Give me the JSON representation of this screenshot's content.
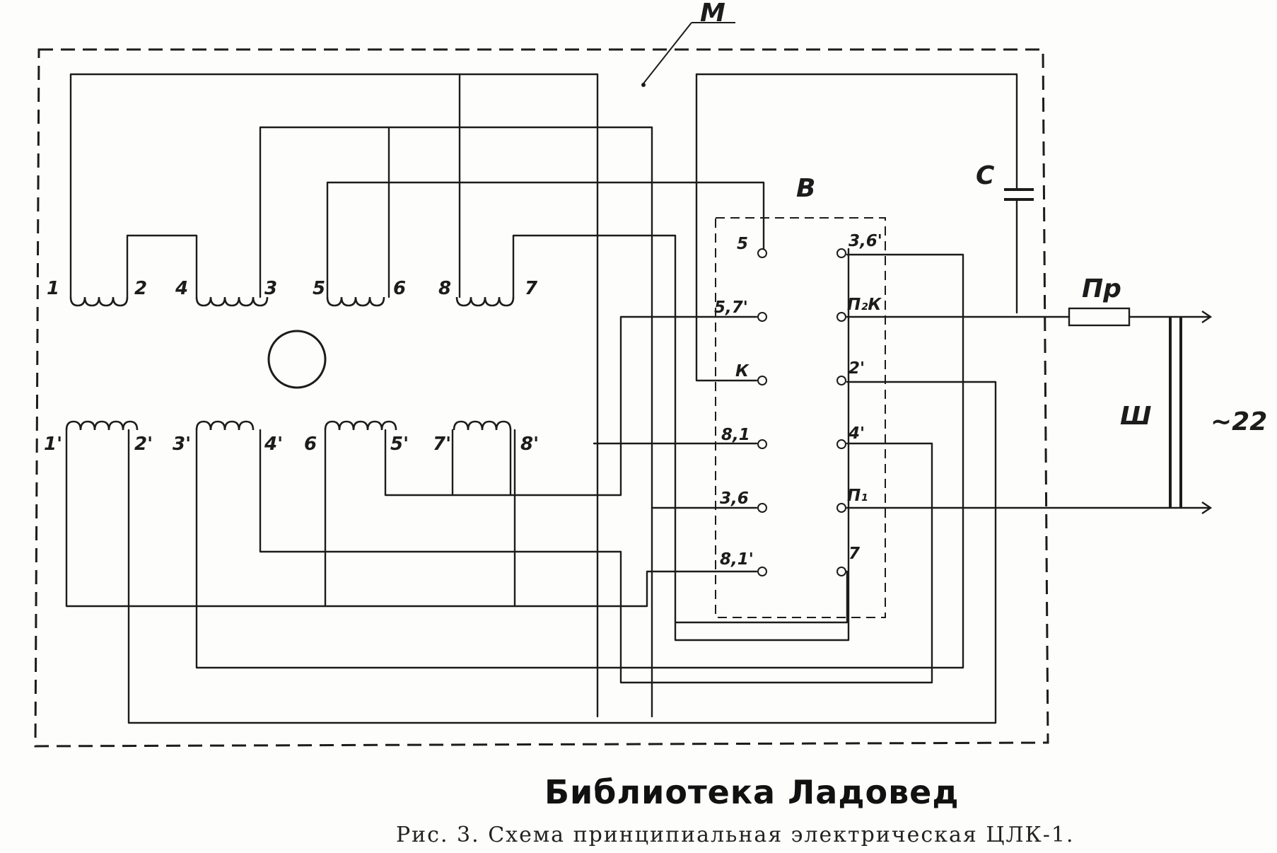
{
  "labels": {
    "motor": "М",
    "switch": "В",
    "capacitor": "С",
    "fuse": "Пр",
    "plug": "Ш",
    "supply": "~22"
  },
  "winding_labels": {
    "top": [
      "1",
      "2",
      "4",
      "3",
      "5",
      "6",
      "8",
      "7"
    ],
    "bottom": [
      "1'",
      "2'",
      "3'",
      "4'",
      "6",
      "5'",
      "7'",
      "8'"
    ]
  },
  "switch_terminals": {
    "left": [
      "5",
      "5,7'",
      "К",
      "8,1",
      "3,6",
      "8,1'"
    ],
    "right": [
      "3,6'",
      "П₂К",
      "2'",
      "4'",
      "П₁",
      "7"
    ]
  },
  "watermark": "Библиотека Ладовед",
  "caption": "Рис. 3. Схема принципиальная электрическая ЦЛК-1."
}
